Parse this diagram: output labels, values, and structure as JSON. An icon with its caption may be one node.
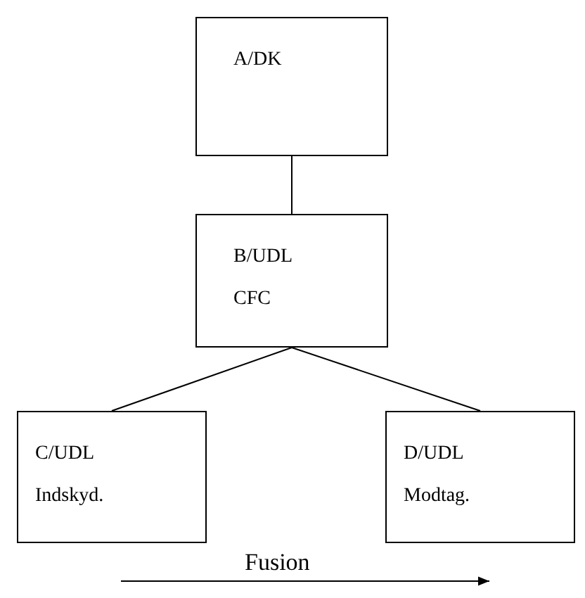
{
  "diagram": {
    "nodes": [
      {
        "text": [
          "A/DK"
        ]
      },
      {
        "text": [
          "B/UDL",
          "CFC"
        ]
      },
      {
        "text": [
          "C/UDL",
          "Indskyd."
        ]
      },
      {
        "text": [
          "D/UDL",
          "Modtag."
        ]
      }
    ],
    "edges": [
      {
        "from": 0,
        "to": 1,
        "arrow": "none"
      },
      {
        "from": 1,
        "to": 2,
        "arrow": "none"
      },
      {
        "from": 1,
        "to": 3,
        "arrow": "none"
      }
    ],
    "labels": [
      "Fusion"
    ]
  }
}
